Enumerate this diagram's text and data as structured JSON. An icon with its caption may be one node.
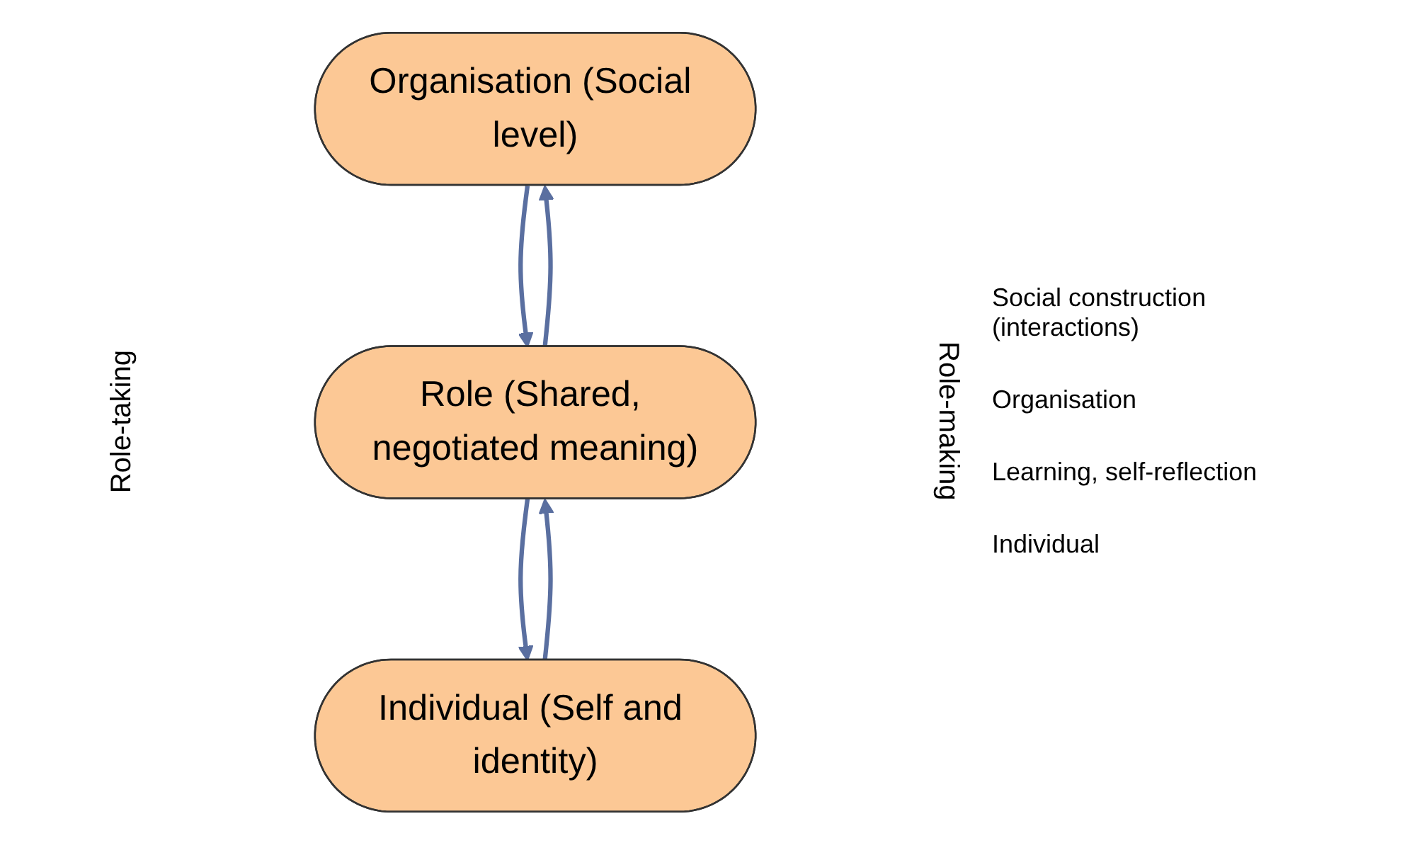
{
  "diagram": {
    "nodes": [
      {
        "text": [
          "Organisation (Social level)"
        ]
      },
      {
        "text": [
          "Role (Shared, negotiated meaning)"
        ]
      },
      {
        "text": [
          "Individual (Self and identity)"
        ]
      }
    ],
    "edges": [
      {
        "from": 0,
        "to": 1,
        "arrow": "to"
      },
      {
        "from": 1,
        "to": 0,
        "arrow": "to"
      },
      {
        "from": 1,
        "to": 2,
        "arrow": "to"
      },
      {
        "from": 2,
        "to": 1,
        "arrow": "to"
      }
    ],
    "labels": [
      "Social construction (interactions)",
      "Role-taking",
      "Role-making",
      "Organisation",
      "Learning, self-reflection",
      "Individual"
    ]
  }
}
